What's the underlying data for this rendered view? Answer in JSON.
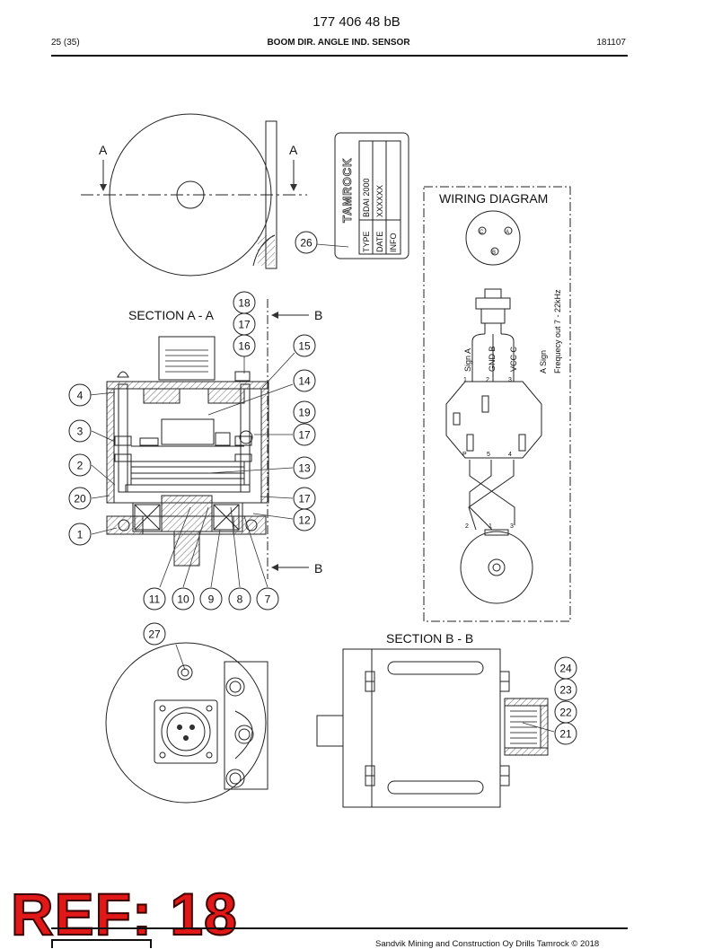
{
  "header": {
    "doc_number": "177 406 48 bB",
    "page": "25 (35)",
    "title": "BOOM DIR. ANGLE IND. SENSOR",
    "date_code": "181107"
  },
  "views": {
    "section_a_marker": "A",
    "section_b_marker": "B",
    "section_aa_title": "SECTION  A - A",
    "section_bb_title": "SECTION  B - B",
    "wiring_title": "WIRING DIAGRAM"
  },
  "nameplate": {
    "brand": "TAMROCK",
    "labels": [
      "TYPE",
      "DATE",
      "INFO"
    ],
    "values": [
      "BDAI 2000",
      "XXXXXX",
      ""
    ]
  },
  "connector_pins": [
    "C",
    "A",
    "B"
  ],
  "wiring": {
    "signal_a": "Sign A",
    "gnd_b": "GND B",
    "vcc_c": "VCC C",
    "note_line1": "A Sign",
    "note_line2": "Frequecy out 7 - 22kHz",
    "top_terminals": [
      "1",
      "2",
      "3"
    ],
    "board_terminals": [
      "P",
      "5",
      "4"
    ],
    "pot_terminals": [
      "2",
      "1",
      "3"
    ]
  },
  "balloons": {
    "b1": "1",
    "b2": "2",
    "b3": "3",
    "b4": "4",
    "b7": "7",
    "b8": "8",
    "b9": "9",
    "b10": "10",
    "b11": "11",
    "b12": "12",
    "b13": "13",
    "b14": "14",
    "b15": "15",
    "b16": "16",
    "b17": "17",
    "b18": "18",
    "b19": "19",
    "b20": "20",
    "b21": "21",
    "b22": "22",
    "b23": "23",
    "b24": "24",
    "b26": "26",
    "b27": "27"
  },
  "stamp": {
    "ref": "REF: 18"
  },
  "footer": {
    "copyright": "Sandvik Mining and Construction Oy Drills Tamrock © 2018"
  }
}
